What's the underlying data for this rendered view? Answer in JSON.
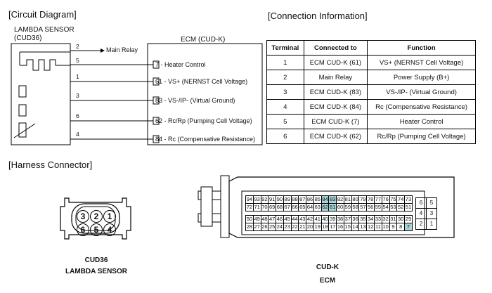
{
  "circuit": {
    "title": "[Circuit Diagram]",
    "sensor_name": "LAMBDA SENSOR",
    "sensor_code": "(CUD36)",
    "ecm_title": "ECM (CUD-K)",
    "main_relay": "Main Relay",
    "sensor_pins": [
      "2",
      "5",
      "1",
      "3",
      "6",
      "4"
    ],
    "ecm_pins": [
      {
        "num": "7",
        "label": "Heater Control"
      },
      {
        "num": "61",
        "label": "VS+ (NERNST Cell Voltage)"
      },
      {
        "num": "83",
        "label": "VS-/IP- (Virtual Ground)"
      },
      {
        "num": "62",
        "label": "Rc/Rp (Pumping Cell Voltage)"
      },
      {
        "num": "84",
        "label": "Rc (Compensative Resistance)"
      }
    ]
  },
  "connection": {
    "title": "[Connection Information]",
    "headers": [
      "Terminal",
      "Connected to",
      "Function"
    ],
    "rows": [
      [
        "1",
        "ECM CUD-K (61)",
        "VS+ (NERNST Cell Voltage)"
      ],
      [
        "2",
        "Main Relay",
        "Power Supply (B+)"
      ],
      [
        "3",
        "ECM CUD-K (83)",
        "VS-/IP- (Virtual Ground)"
      ],
      [
        "4",
        "ECM CUD-K (84)",
        "Rc (Compensative Resistance)"
      ],
      [
        "5",
        "ECM CUD-K (7)",
        "Heater Control"
      ],
      [
        "6",
        "ECM CUD-K (62)",
        "Rc/Rp (Pumping Cell Voltage)"
      ]
    ]
  },
  "harness": {
    "title": "[Harness Connector]",
    "cud36": {
      "top_pins": [
        "3",
        "2",
        "1"
      ],
      "bottom_pins": [
        "6",
        "5",
        "4"
      ],
      "code": "CUD36",
      "name": "LAMBDA SENSOR"
    },
    "cudk": {
      "code": "CUD-K",
      "name": "ECM",
      "highlight_color": "#a8d4d8",
      "highlighted_pins": [
        "84",
        "83",
        "62",
        "61",
        "7"
      ],
      "rows": [
        [
          "94",
          "93",
          "92",
          "91",
          "90",
          "89",
          "88",
          "87",
          "86",
          "85",
          "84",
          "83",
          "82",
          "81",
          "80",
          "79",
          "78",
          "77",
          "76",
          "75",
          "74",
          "73"
        ],
        [
          "72",
          "71",
          "70",
          "69",
          "68",
          "67",
          "66",
          "65",
          "64",
          "63",
          "62",
          "61",
          "60",
          "59",
          "58",
          "57",
          "56",
          "55",
          "54",
          "53",
          "52",
          "51"
        ],
        [
          "50",
          "49",
          "48",
          "47",
          "46",
          "45",
          "44",
          "43",
          "42",
          "41",
          "40",
          "39",
          "38",
          "37",
          "36",
          "35",
          "34",
          "33",
          "32",
          "31",
          "30",
          "29"
        ],
        [
          "28",
          "27",
          "26",
          "25",
          "24",
          "23",
          "22",
          "21",
          "20",
          "19",
          "18",
          "17",
          "16",
          "15",
          "14",
          "13",
          "12",
          "11",
          "10",
          "9",
          "8",
          "7"
        ]
      ],
      "side_rows": [
        [
          "6",
          "5"
        ],
        [
          "4",
          "3"
        ],
        [
          "2",
          "1"
        ]
      ]
    }
  }
}
